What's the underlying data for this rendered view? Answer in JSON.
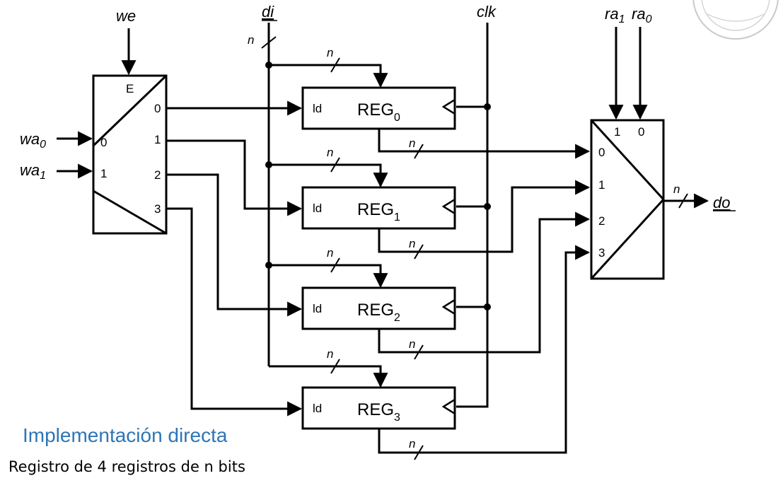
{
  "signals": {
    "we": "we",
    "di": "di",
    "clk": "clk",
    "ra1": "ra",
    "ra1_sub": "1",
    "ra0": "ra",
    "ra0_sub": "0",
    "wa0": "wa",
    "wa0_sub": "0",
    "wa1": "wa",
    "wa1_sub": "1",
    "do": "do",
    "bus_width": "n"
  },
  "decoder": {
    "enable": "E",
    "inputs": [
      "0",
      "1"
    ],
    "outputs": [
      "0",
      "1",
      "2",
      "3"
    ]
  },
  "registers": [
    {
      "name": "REG",
      "index": "0",
      "load": "ld"
    },
    {
      "name": "REG",
      "index": "1",
      "load": "ld"
    },
    {
      "name": "REG",
      "index": "2",
      "load": "ld"
    },
    {
      "name": "REG",
      "index": "3",
      "load": "ld"
    }
  ],
  "mux": {
    "selects": [
      "1",
      "0"
    ],
    "inputs": [
      "0",
      "1",
      "2",
      "3"
    ]
  },
  "caption": {
    "title": "Implementación directa",
    "subtitle": "Registro de 4 registros de n bits"
  },
  "colors": {
    "title": "#2e75b6",
    "lines": "#000000"
  }
}
